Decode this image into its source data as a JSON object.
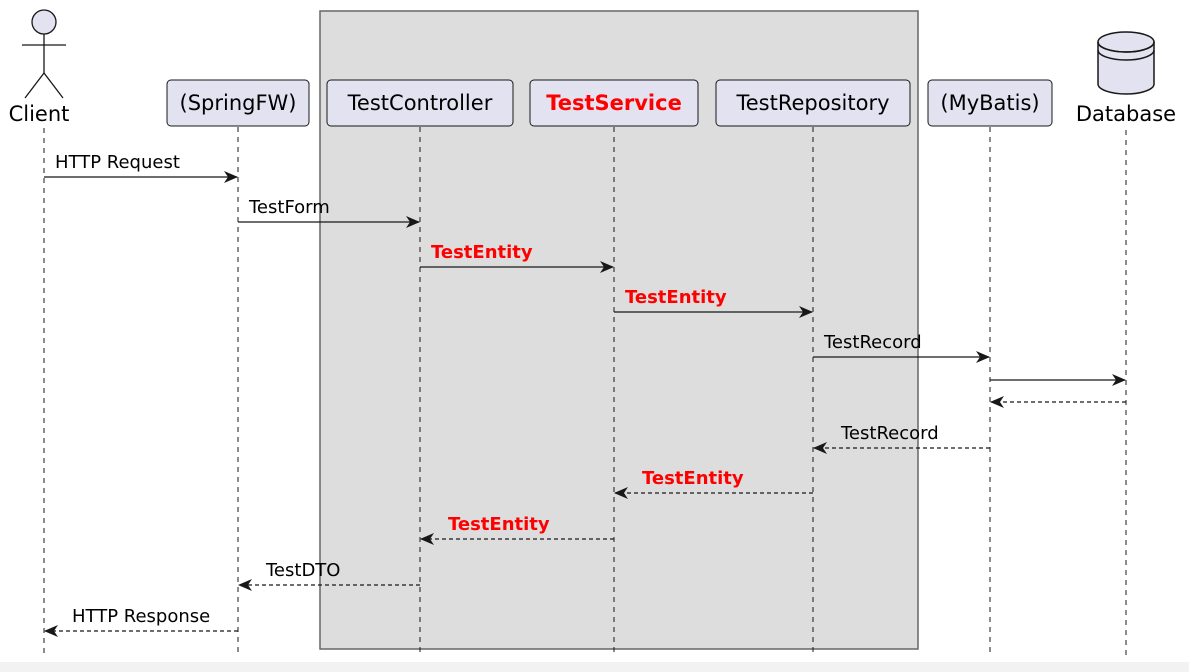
{
  "diagram": {
    "participants": [
      {
        "id": "client",
        "kind": "actor",
        "label": "Client"
      },
      {
        "id": "spring",
        "kind": "box",
        "label": "(SpringFW)"
      },
      {
        "id": "controller",
        "kind": "box",
        "label": "TestController"
      },
      {
        "id": "service",
        "kind": "box",
        "label": "TestService",
        "highlight": true
      },
      {
        "id": "repository",
        "kind": "box",
        "label": "TestRepository"
      },
      {
        "id": "mybatis",
        "kind": "box",
        "label": "(MyBatis)"
      },
      {
        "id": "database",
        "kind": "database",
        "label": "Database"
      }
    ],
    "group": {
      "from": "controller",
      "to": "repository"
    },
    "messages": [
      {
        "from": "client",
        "to": "spring",
        "label": "HTTP Request",
        "style": "solid"
      },
      {
        "from": "spring",
        "to": "controller",
        "label": "TestForm",
        "style": "solid"
      },
      {
        "from": "controller",
        "to": "service",
        "label": "TestEntity",
        "style": "solid",
        "highlight": true
      },
      {
        "from": "service",
        "to": "repository",
        "label": "TestEntity",
        "style": "solid",
        "highlight": true
      },
      {
        "from": "repository",
        "to": "mybatis",
        "label": "TestRecord",
        "style": "solid"
      },
      {
        "from": "mybatis",
        "to": "database",
        "label": "",
        "style": "solid"
      },
      {
        "from": "database",
        "to": "mybatis",
        "label": "",
        "style": "dashed"
      },
      {
        "from": "mybatis",
        "to": "repository",
        "label": "TestRecord",
        "style": "dashed"
      },
      {
        "from": "repository",
        "to": "service",
        "label": "TestEntity",
        "style": "dashed",
        "highlight": true
      },
      {
        "from": "service",
        "to": "controller",
        "label": "TestEntity",
        "style": "dashed",
        "highlight": true
      },
      {
        "from": "controller",
        "to": "spring",
        "label": "TestDTO",
        "style": "dashed"
      },
      {
        "from": "spring",
        "to": "client",
        "label": "HTTP Response",
        "style": "dashed"
      }
    ],
    "colors": {
      "participant_fill": "#e2e2f0",
      "participant_stroke": "#181818",
      "group_fill": "#dddddd",
      "highlight": "#ff0000",
      "line": "#181818"
    }
  }
}
